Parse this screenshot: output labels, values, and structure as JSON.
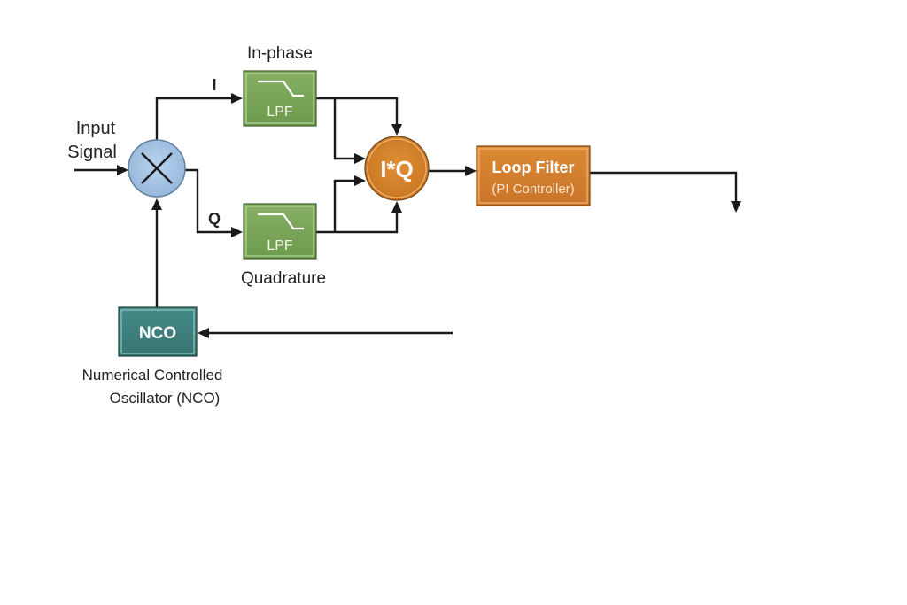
{
  "diagram": {
    "title": "Costas Loop / Carrier Recovery Block Diagram",
    "colors": {
      "mixer_fill": "#a9c6e4",
      "mixer_stroke": "#5b7a98",
      "lpf_fill": "#7ba65a",
      "lpf_inner": "#b7d39a",
      "iq_fill": "#d4822a",
      "iq_inner": "#f0b366",
      "loop_fill": "#d47f2b",
      "loop_inner": "#f2b26a",
      "nco_fill": "#3d7f7c",
      "nco_inner": "#8cc4bf",
      "wire": "#1a1a1a",
      "text": "#222222"
    },
    "labels": {
      "input_signal_line1": "Input",
      "input_signal_line2": "Signal",
      "i_branch": "I",
      "q_branch": "Q",
      "in_phase": "In-phase",
      "quadrature": "Quadrature",
      "nco_caption_line1": "Numerical Controlled",
      "nco_caption_line2": "Oscillator (NCO)"
    },
    "blocks": {
      "mixer": {
        "symbol": "×"
      },
      "lpf_top": {
        "label": "LPF"
      },
      "lpf_bottom": {
        "label": "LPF"
      },
      "phase_detector": {
        "label": "I*Q"
      },
      "loop_filter": {
        "title": "Loop Filter",
        "subtitle": "(PI Controller)"
      },
      "nco": {
        "label": "NCO"
      }
    }
  }
}
